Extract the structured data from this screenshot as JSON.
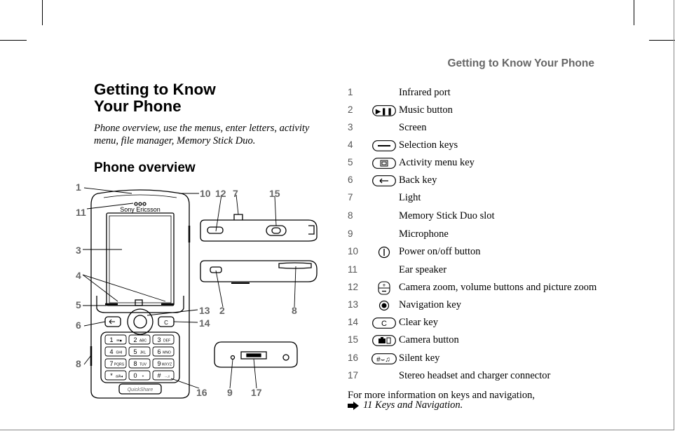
{
  "running_head": "Getting to Know Your Phone",
  "title_line1": "Getting to Know",
  "title_line2": "Your Phone",
  "subtitle": "Phone overview, use the menus, enter letters, activity menu, file manager, Memory Stick Duo.",
  "section_heading": "Phone overview",
  "brand_logo": "Sony Ericsson",
  "quickshare_label": "QuickShare",
  "keypad": [
    {
      "main": "1",
      "sub": "✉■"
    },
    {
      "main": "2",
      "sub": "ABC"
    },
    {
      "main": "3",
      "sub": "DEF"
    },
    {
      "main": "4",
      "sub": "GHI"
    },
    {
      "main": "5",
      "sub": "JKL"
    },
    {
      "main": "6",
      "sub": "MNO"
    },
    {
      "main": "7",
      "sub": "PQRS"
    },
    {
      "main": "8",
      "sub": "TUV"
    },
    {
      "main": "9",
      "sub": "WXYZ"
    },
    {
      "main": "*",
      "sub": "a/A◂"
    },
    {
      "main": "0",
      "sub": "+"
    },
    {
      "main": "#",
      "sub": "→♫"
    }
  ],
  "callouts": {
    "c1": "1",
    "c11": "11",
    "c3": "3",
    "c4": "4",
    "c5": "5",
    "c6": "6",
    "c8": "8",
    "c10": "10",
    "c12": "12",
    "c7": "7",
    "c15": "15",
    "c13": "13",
    "c14": "14",
    "c2": "2",
    "c8b": "8",
    "c16": "16",
    "c9": "9",
    "c17": "17"
  },
  "keys": [
    {
      "num": "1",
      "icon": "none",
      "label": "Infrared port"
    },
    {
      "num": "2",
      "icon": "music-button-icon",
      "label": "Music button"
    },
    {
      "num": "3",
      "icon": "none",
      "label": "Screen"
    },
    {
      "num": "4",
      "icon": "selection-key-icon",
      "label": "Selection keys"
    },
    {
      "num": "5",
      "icon": "activity-menu-icon",
      "label": "Activity menu key"
    },
    {
      "num": "6",
      "icon": "back-key-icon",
      "label": "Back key"
    },
    {
      "num": "7",
      "icon": "none",
      "label": "Light"
    },
    {
      "num": "8",
      "icon": "none",
      "label": "Memory Stick Duo slot"
    },
    {
      "num": "9",
      "icon": "none",
      "label": "Microphone"
    },
    {
      "num": "10",
      "icon": "power-icon",
      "label": "Power on/off button"
    },
    {
      "num": "11",
      "icon": "none",
      "label": "Ear speaker"
    },
    {
      "num": "12",
      "icon": "zoom-volume-icon",
      "label": "Camera zoom, volume buttons and picture zoom"
    },
    {
      "num": "13",
      "icon": "navigation-key-icon",
      "label": "Navigation key"
    },
    {
      "num": "14",
      "icon": "clear-key-icon",
      "label": "Clear key"
    },
    {
      "num": "15",
      "icon": "camera-button-icon",
      "label": "Camera button"
    },
    {
      "num": "16",
      "icon": "silent-key-icon",
      "label": "Silent key"
    },
    {
      "num": "17",
      "icon": "none",
      "label": "Stereo headset and charger connector"
    }
  ],
  "icon_glyphs": {
    "music": "▶❚❚",
    "clear": "C",
    "silent": "#⌣♫"
  },
  "footer_text": "For more information on keys and navigation,",
  "footer_link": "11 Keys and Navigation."
}
